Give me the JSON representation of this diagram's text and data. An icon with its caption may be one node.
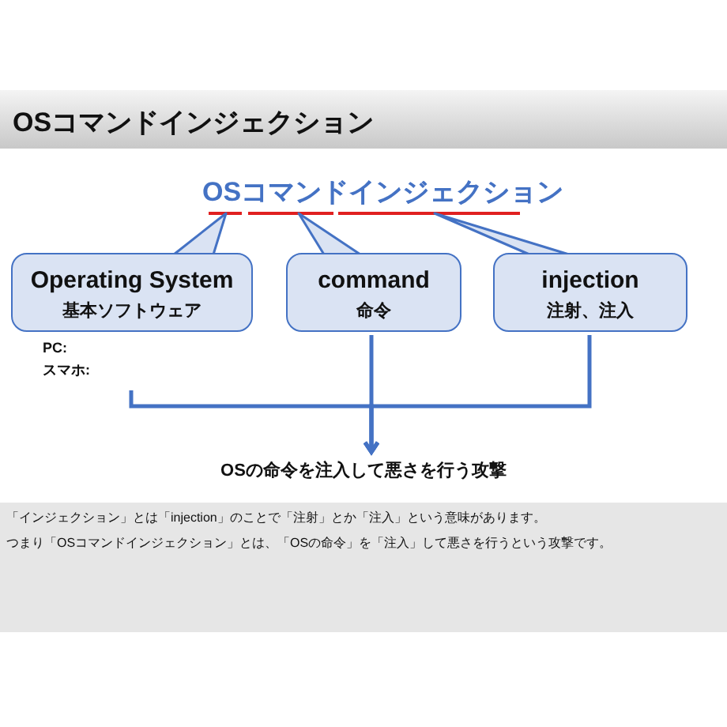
{
  "diagram": {
    "title": "OSコマンドインジェクション",
    "nodes": [
      {
        "text": [
          "OSコマンドインジェクション"
        ]
      },
      {
        "text": [
          "Operating System",
          "基本ソフトウェア"
        ],
        "beside": [
          "PC:",
          "スマホ:"
        ]
      },
      {
        "text": [
          "command",
          "命令"
        ]
      },
      {
        "text": [
          "injection",
          "注射、注入"
        ]
      },
      {
        "text": [
          "OSの命令を注入して悪さを行う攻撃"
        ]
      }
    ],
    "edges": [
      {
        "from": 1,
        "to": 0,
        "arrow": "both"
      },
      {
        "from": 2,
        "to": 0,
        "arrow": "to"
      },
      {
        "from": 3,
        "to": 0,
        "arrow": "both"
      },
      {
        "from": 1,
        "to": 4,
        "arrow": "to"
      },
      {
        "from": 2,
        "to": 4,
        "arrow": "to"
      },
      {
        "from": 3,
        "to": 4,
        "arrow": "to"
      }
    ],
    "labels": [
      "「インジェクション」とは「injection」のことで「注射」とか「注入」という意味があります。",
      "つまり「OSコマンドインジェクション」とは、「OSの命令」を「注入」して悪さを行うという攻撃です。"
    ]
  }
}
